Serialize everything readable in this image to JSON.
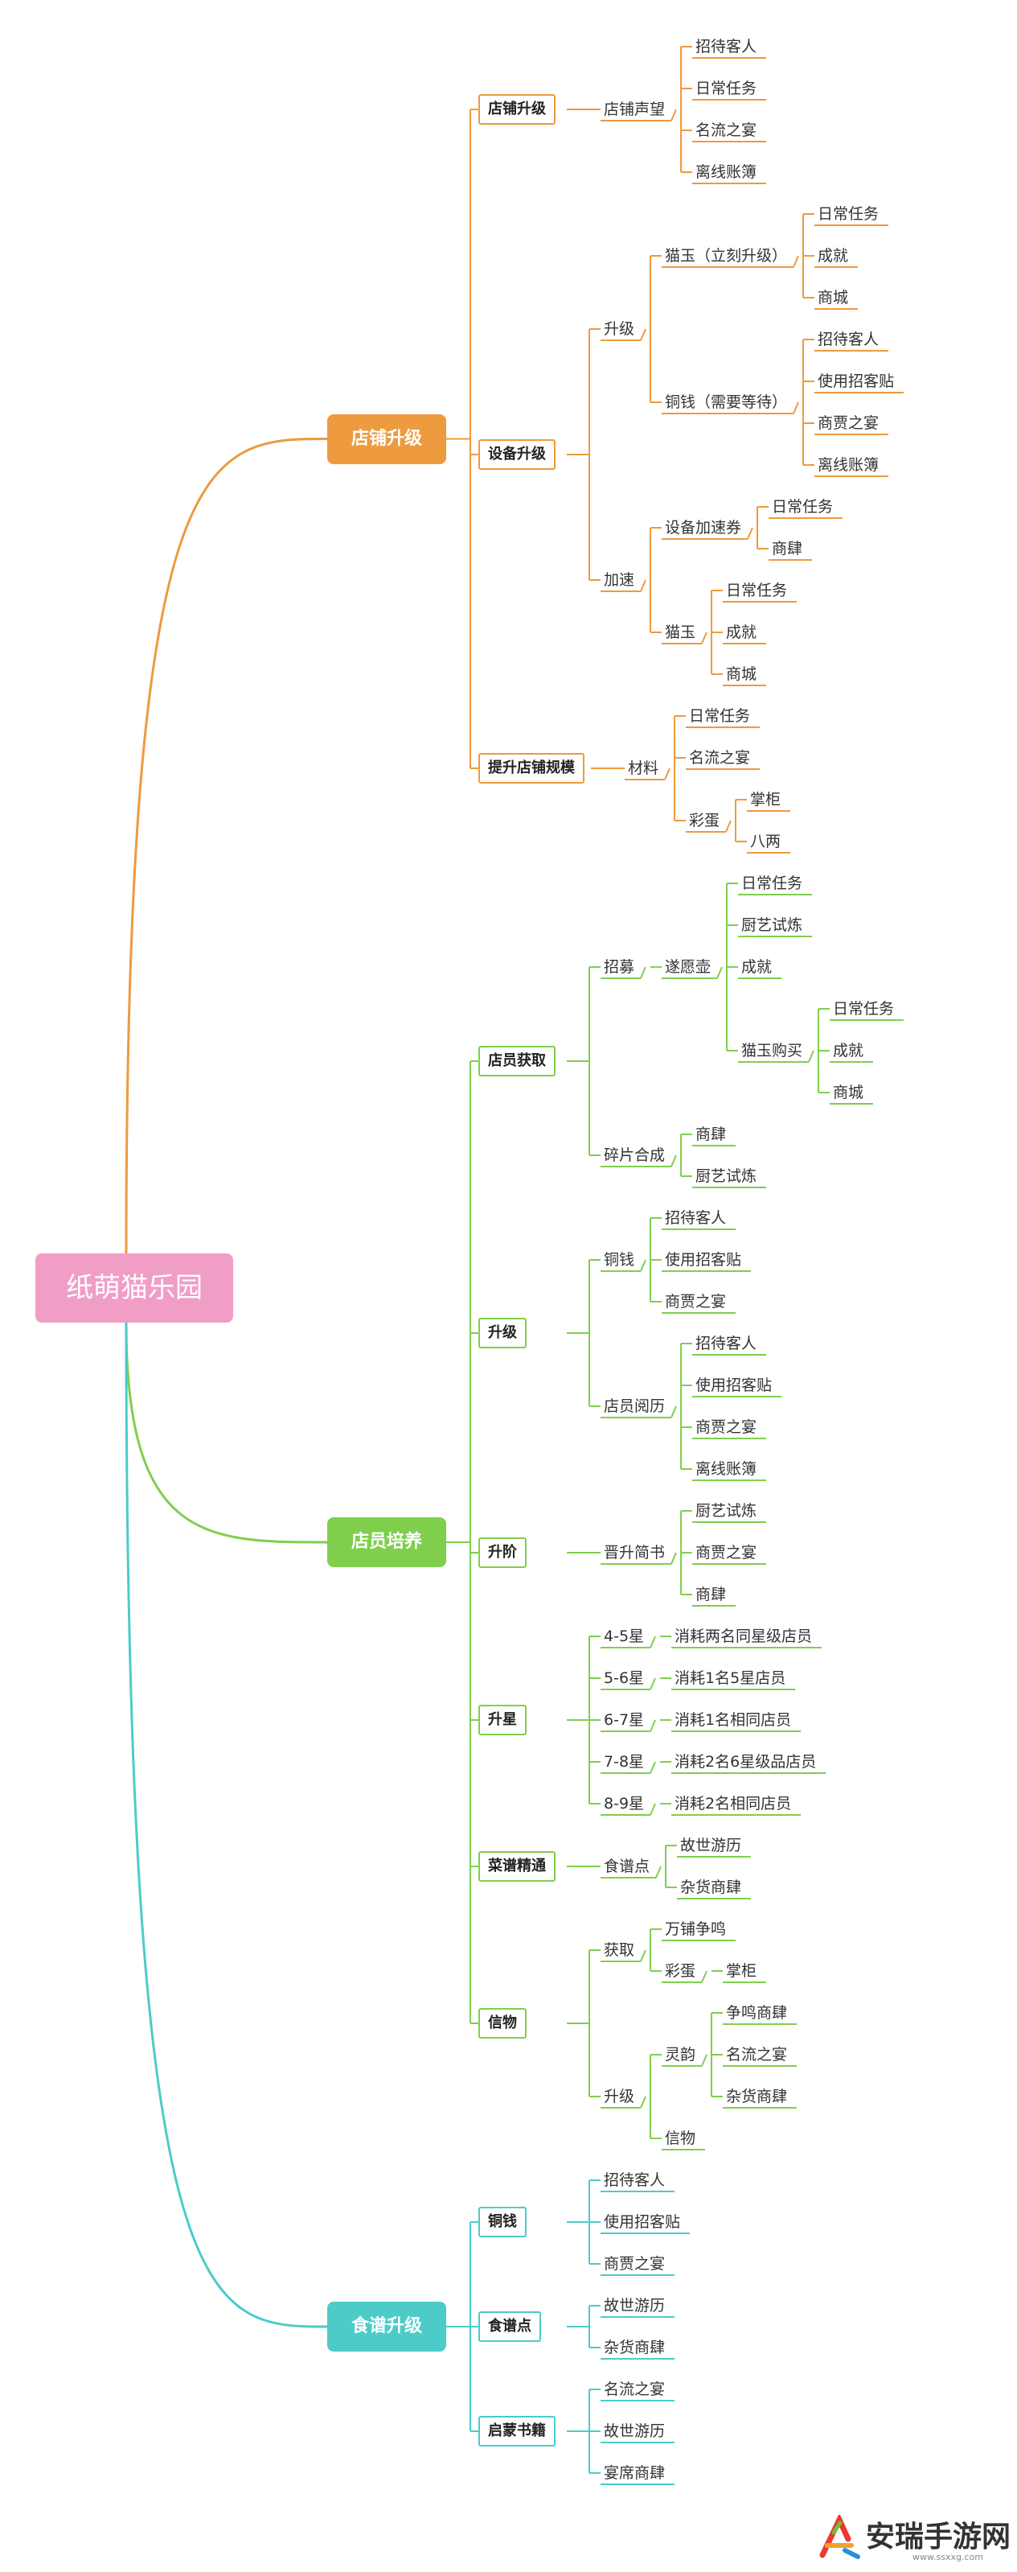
{
  "root": "纸萌猫乐园",
  "colors": {
    "orange": "#ee9a3e",
    "green": "#7fcf4d",
    "teal": "#4ccbc9",
    "root": "#f19ec7"
  },
  "branches": [
    {
      "label": "店铺升级",
      "color": "orange",
      "children": [
        {
          "label": "店铺升级",
          "boxed": true,
          "children": [
            {
              "label": "店铺声望",
              "children": [
                {
                  "label": "招待客人"
                },
                {
                  "label": "日常任务"
                },
                {
                  "label": "名流之宴"
                },
                {
                  "label": "离线账簿"
                }
              ]
            }
          ]
        },
        {
          "label": "设备升级",
          "boxed": true,
          "children": [
            {
              "label": "升级",
              "children": [
                {
                  "label": "猫玉（立刻升级）",
                  "children": [
                    {
                      "label": "日常任务"
                    },
                    {
                      "label": "成就"
                    },
                    {
                      "label": "商城"
                    }
                  ]
                },
                {
                  "label": "铜钱（需要等待）",
                  "children": [
                    {
                      "label": "招待客人"
                    },
                    {
                      "label": "使用招客贴"
                    },
                    {
                      "label": "商贾之宴"
                    },
                    {
                      "label": "离线账簿"
                    }
                  ]
                }
              ]
            },
            {
              "label": "加速",
              "children": [
                {
                  "label": "设备加速券",
                  "children": [
                    {
                      "label": "日常任务"
                    },
                    {
                      "label": "商肆"
                    }
                  ]
                },
                {
                  "label": "猫玉",
                  "children": [
                    {
                      "label": "日常任务"
                    },
                    {
                      "label": "成就"
                    },
                    {
                      "label": "商城"
                    }
                  ]
                }
              ]
            }
          ]
        },
        {
          "label": "提升店铺规模",
          "boxed": true,
          "children": [
            {
              "label": "材料",
              "children": [
                {
                  "label": "日常任务"
                },
                {
                  "label": "名流之宴"
                },
                {
                  "label": "彩蛋",
                  "children": [
                    {
                      "label": "掌柜"
                    },
                    {
                      "label": "八两"
                    }
                  ]
                }
              ]
            }
          ]
        }
      ]
    },
    {
      "label": "店员培养",
      "color": "green",
      "children": [
        {
          "label": "店员获取",
          "boxed": true,
          "children": [
            {
              "label": "招募",
              "children": [
                {
                  "label": "遂愿壶",
                  "children": [
                    {
                      "label": "日常任务"
                    },
                    {
                      "label": "厨艺试炼"
                    },
                    {
                      "label": "成就"
                    },
                    {
                      "label": "猫玉购买",
                      "children": [
                        {
                          "label": "日常任务"
                        },
                        {
                          "label": "成就"
                        },
                        {
                          "label": "商城"
                        }
                      ]
                    }
                  ]
                }
              ]
            },
            {
              "label": "碎片合成",
              "children": [
                {
                  "label": "商肆"
                },
                {
                  "label": "厨艺试炼"
                }
              ]
            }
          ]
        },
        {
          "label": "升级",
          "boxed": true,
          "children": [
            {
              "label": "铜钱",
              "children": [
                {
                  "label": "招待客人"
                },
                {
                  "label": "使用招客贴"
                },
                {
                  "label": "商贾之宴"
                }
              ]
            },
            {
              "label": "店员阅历",
              "children": [
                {
                  "label": "招待客人"
                },
                {
                  "label": "使用招客贴"
                },
                {
                  "label": "商贾之宴"
                },
                {
                  "label": "离线账簿"
                }
              ]
            }
          ]
        },
        {
          "label": "升阶",
          "boxed": true,
          "children": [
            {
              "label": "晋升简书",
              "children": [
                {
                  "label": "厨艺试炼"
                },
                {
                  "label": "商贾之宴"
                },
                {
                  "label": "商肆"
                }
              ]
            }
          ]
        },
        {
          "label": "升星",
          "boxed": true,
          "children": [
            {
              "label": "4-5星",
              "children": [
                {
                  "label": "消耗两名同星级店员"
                }
              ]
            },
            {
              "label": "5-6星",
              "children": [
                {
                  "label": "消耗1名5星店员"
                }
              ]
            },
            {
              "label": "6-7星",
              "children": [
                {
                  "label": "消耗1名相同店员"
                }
              ]
            },
            {
              "label": "7-8星",
              "children": [
                {
                  "label": "消耗2名6星级品店员"
                }
              ]
            },
            {
              "label": "8-9星",
              "children": [
                {
                  "label": "消耗2名相同店员"
                }
              ]
            }
          ]
        },
        {
          "label": "菜谱精通",
          "boxed": true,
          "children": [
            {
              "label": "食谱点",
              "children": [
                {
                  "label": "故世游历"
                },
                {
                  "label": "杂货商肆"
                }
              ]
            }
          ]
        },
        {
          "label": "信物",
          "boxed": true,
          "children": [
            {
              "label": "获取",
              "children": [
                {
                  "label": "万铺争鸣"
                },
                {
                  "label": "彩蛋",
                  "children": [
                    {
                      "label": "掌柜"
                    }
                  ]
                }
              ]
            },
            {
              "label": "升级",
              "children": [
                {
                  "label": "灵韵",
                  "children": [
                    {
                      "label": "争鸣商肆"
                    },
                    {
                      "label": "名流之宴"
                    },
                    {
                      "label": "杂货商肆"
                    }
                  ]
                },
                {
                  "label": "信物"
                }
              ]
            }
          ]
        }
      ]
    },
    {
      "label": "食谱升级",
      "color": "teal",
      "children": [
        {
          "label": "铜钱",
          "boxed": true,
          "children": [
            {
              "label": "招待客人"
            },
            {
              "label": "使用招客贴"
            },
            {
              "label": "商贾之宴"
            }
          ]
        },
        {
          "label": "食谱点",
          "boxed": true,
          "children": [
            {
              "label": "故世游历"
            },
            {
              "label": "杂货商肆"
            }
          ]
        },
        {
          "label": "启蒙书籍",
          "boxed": true,
          "children": [
            {
              "label": "名流之宴"
            },
            {
              "label": "故世游历"
            },
            {
              "label": "宴席商肆"
            }
          ]
        }
      ]
    }
  ],
  "watermark": {
    "text": "安瑞手游网",
    "url": "www.ssxxg.com"
  }
}
